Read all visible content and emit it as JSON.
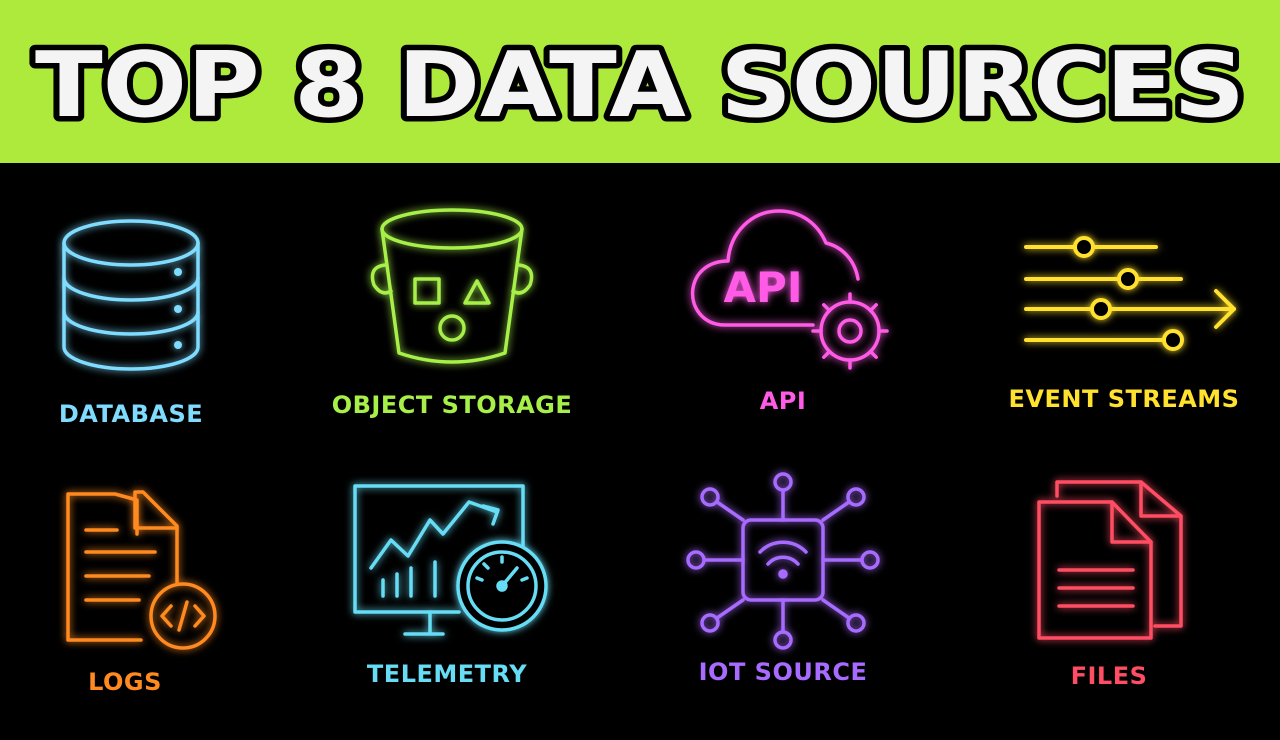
{
  "title": "TOP 8 DATA SOURCES",
  "colors": {
    "banner": "#aeea3c",
    "background": "#000000",
    "database": "#7fdcff",
    "object_storage": "#a7f04a",
    "api": "#ff5be6",
    "event_streams": "#ffe12e",
    "logs": "#ff8a1f",
    "telemetry": "#66dcf5",
    "iot": "#a86bff",
    "files": "#ff4d63"
  },
  "items": [
    {
      "label": "DATABASE",
      "icon": "database-icon"
    },
    {
      "label": "OBJECT STORAGE",
      "icon": "bucket-icon"
    },
    {
      "label": "API",
      "icon": "cloud-api-gear-icon"
    },
    {
      "label": "EVENT STREAMS",
      "icon": "streams-icon"
    },
    {
      "label": "LOGS",
      "icon": "log-file-code-icon"
    },
    {
      "label": "TELEMETRY",
      "icon": "monitor-gauge-icon"
    },
    {
      "label": "IOT SOURCE",
      "icon": "iot-chip-icon"
    },
    {
      "label": "FILES",
      "icon": "files-icon"
    }
  ],
  "api_icon_text": "API"
}
